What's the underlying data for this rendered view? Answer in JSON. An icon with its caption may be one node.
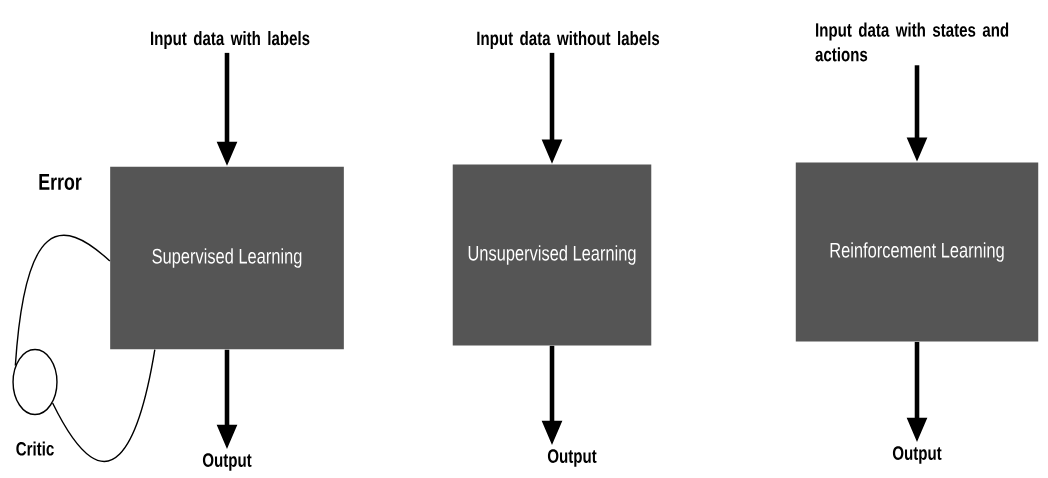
{
  "diagram": {
    "nodes": [
      {
        "text": [
          "Input data with labels"
        ]
      },
      {
        "text": [
          "Input data without labels"
        ]
      },
      {
        "text": [
          "Input data with states and actions"
        ]
      },
      {
        "text": [
          "Supervised Learning"
        ]
      },
      {
        "text": [
          "Unsupervised Learning"
        ]
      },
      {
        "text": [
          "Reinforcement Learning"
        ]
      },
      {
        "text": [
          "Output"
        ]
      },
      {
        "text": [
          "Output"
        ]
      },
      {
        "text": [
          "Output"
        ]
      },
      {
        "text": [],
        "shape": "circle",
        "beside": [
          "Critic"
        ]
      }
    ],
    "edges": [
      {
        "from": 0,
        "to": 3,
        "arrow": "to"
      },
      {
        "from": 1,
        "to": 4,
        "arrow": "to"
      },
      {
        "from": 2,
        "to": 5,
        "arrow": "to"
      },
      {
        "from": 3,
        "to": 6,
        "arrow": "to"
      },
      {
        "from": 4,
        "to": 7,
        "arrow": "to"
      },
      {
        "from": 5,
        "to": 8,
        "arrow": "to"
      },
      {
        "from": 3,
        "to": 9,
        "arrow": "none",
        "label": "Error"
      },
      {
        "from": 9,
        "to": 3,
        "arrow": "none"
      }
    ]
  }
}
